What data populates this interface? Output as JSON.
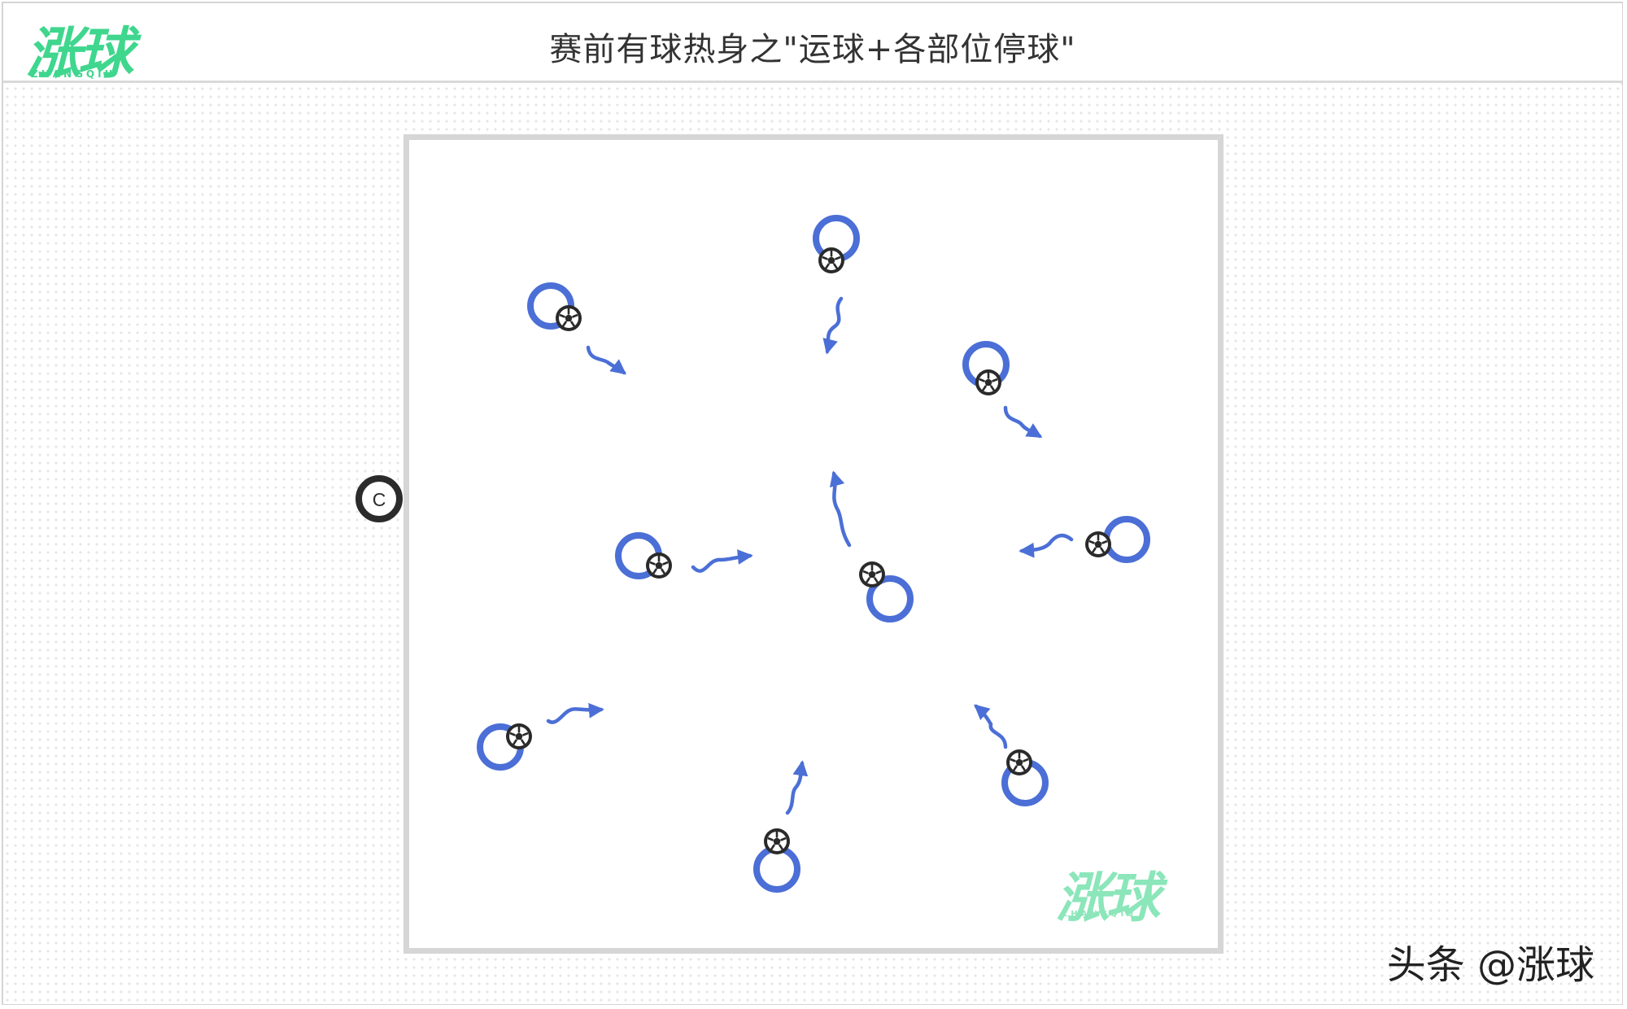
{
  "header": {
    "title": "赛前有球热身之\"运球+各部位停球\"",
    "logo_text": "涨球",
    "logo_subtext": "ZHANGQIU"
  },
  "watermark": {
    "logo_text": "涨球",
    "logo_subtext": "ZHANGQIU",
    "credit": "头条 @涨球"
  },
  "diagram": {
    "coach_label": "C",
    "colors": {
      "player": "#4b6fd6",
      "arrow": "#4b6fd6",
      "ball": "#2a2a2a",
      "coach_ring": "#2b2b2b",
      "pitch_border": "#d6d6d6",
      "logo": "#3fd68e"
    },
    "player_count": 9,
    "icons": [
      "player-ring-icon",
      "football-icon",
      "dribble-arrow-icon",
      "coach-icon"
    ]
  }
}
